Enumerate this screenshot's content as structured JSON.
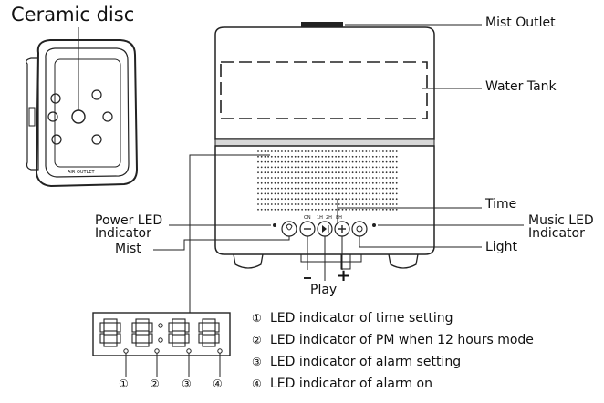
{
  "callouts": {
    "ceramic_disc": "Ceramic disc",
    "mist_outlet": "Mist Outlet",
    "water_tank": "Water Tank",
    "time": "Time",
    "power_led": "Power LED",
    "power_led_2": "Indicator",
    "mist": "Mist",
    "music_led": "Music LED",
    "music_led_2": "Indicator",
    "light": "Light",
    "play": "Play",
    "minus": "−",
    "plus": "+"
  },
  "disc_text": "AIR OUTLET",
  "button_tiny_labels": [
    "ON",
    "1H",
    "2H",
    "8H"
  ],
  "legend": {
    "numbers": [
      "①",
      "②",
      "③",
      "④"
    ],
    "items": [
      "LED indicator of time setting",
      "LED indicator of PM when 12 hours mode",
      "LED indicator of alarm setting",
      "LED indicator of alarm on"
    ]
  }
}
